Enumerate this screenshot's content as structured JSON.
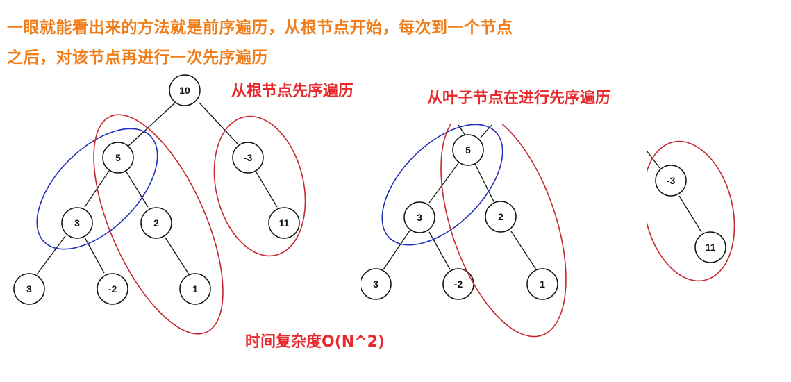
{
  "headings": {
    "line1": "一眼就能看出来的方法就是前序遍历，从根节点开始，每次到一个节点",
    "line2": "之后，对该节点再进行一次先序遍历"
  },
  "labels": {
    "left_tree": "从根节点先序遍历",
    "right_tree": "从叶子节点在进行先序遍历",
    "complexity": "时间复杂度O(N^2)"
  },
  "trees": {
    "full_tree": [
      "10",
      "5",
      "-3",
      "3",
      "2",
      "11",
      "3",
      "-2",
      "1"
    ],
    "subtree_5": [
      "5",
      "3",
      "2",
      "3",
      "-2",
      "1"
    ],
    "subtree_neg3": [
      "-3",
      "11"
    ]
  },
  "colors": {
    "heading": "#f07d18",
    "label": "#e8282b",
    "ring_red": "#c6262e",
    "ring_blue": "#1f2fb8"
  }
}
